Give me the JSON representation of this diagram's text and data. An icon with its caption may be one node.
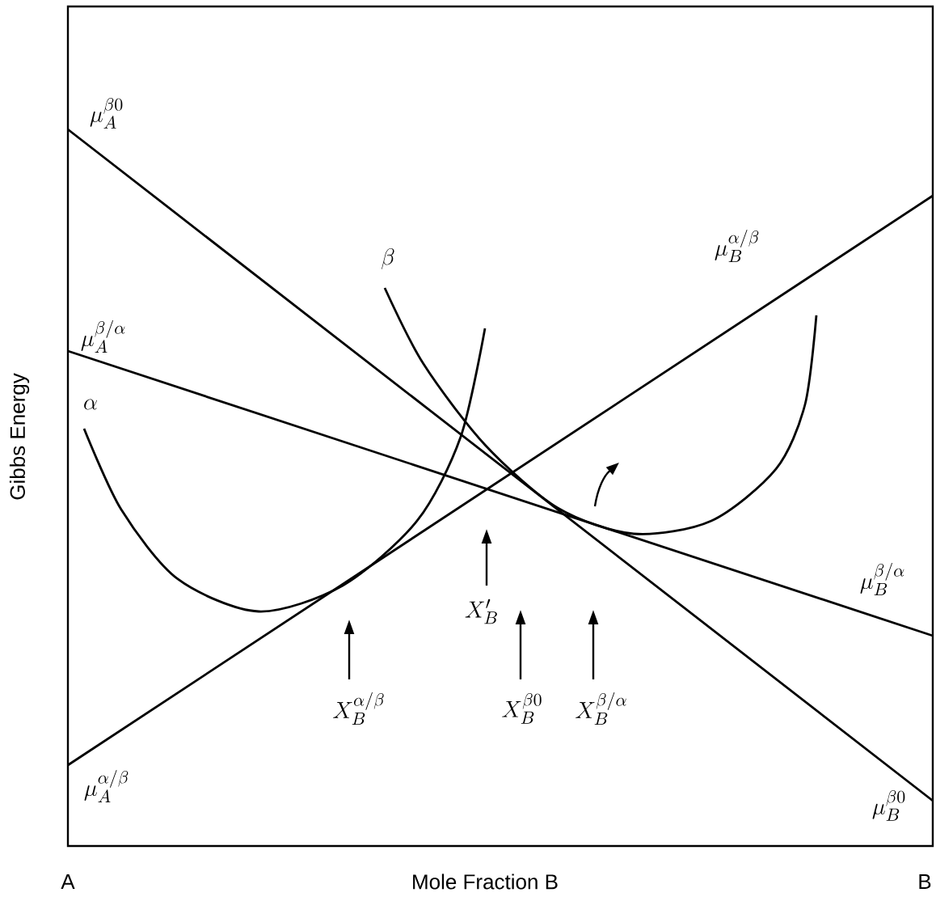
{
  "diagram": {
    "labels": [
      "\\mu_A^{\\beta 0}",
      "\\beta",
      "\\mu_B^{\\alpha/\\beta}",
      "\\mu_A^{\\beta/\\alpha}",
      "\\alpha",
      "Gibbs Energy",
      "\\mu_B^{\\beta/\\alpha}",
      "X'_B",
      "X_B^{\\alpha/\\beta}",
      "X_B^{\\beta 0}",
      "X_B^{\\beta/\\alpha}",
      "\\mu_A^{\\alpha/\\beta}",
      "\\mu_B^{\\beta 0}",
      "A",
      "Mole Fraction B",
      "B"
    ]
  }
}
